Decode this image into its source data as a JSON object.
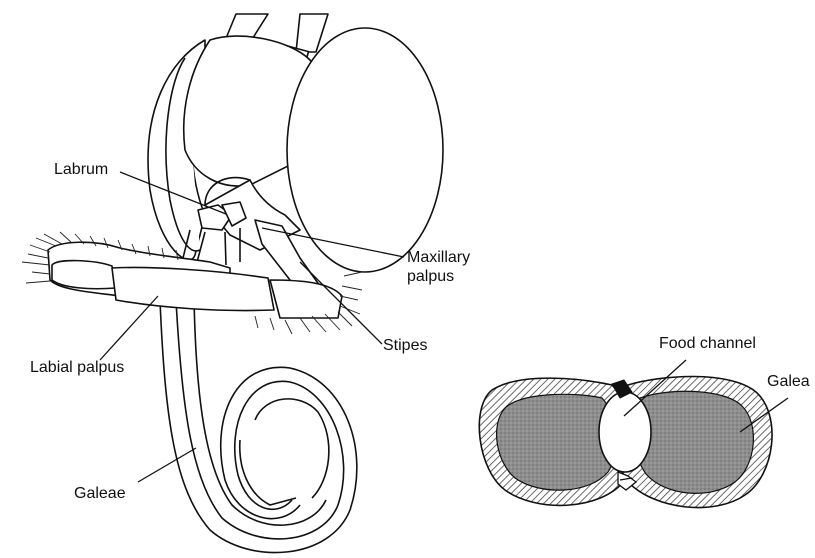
{
  "figure": {
    "left_diagram": {
      "labels": {
        "labrum": "Labrum",
        "maxillary_palpus": "Maxillary\npalpus",
        "stipes": "Stipes",
        "labial_palpus": "Labial palpus",
        "galeae": "Galeae"
      }
    },
    "right_diagram": {
      "labels": {
        "food_channel": "Food channel",
        "galea": "Galea"
      }
    },
    "colors": {
      "ink": "#111111",
      "hatch": "#555555",
      "stipple": "#8a8a8a",
      "background": "#ffffff"
    }
  }
}
